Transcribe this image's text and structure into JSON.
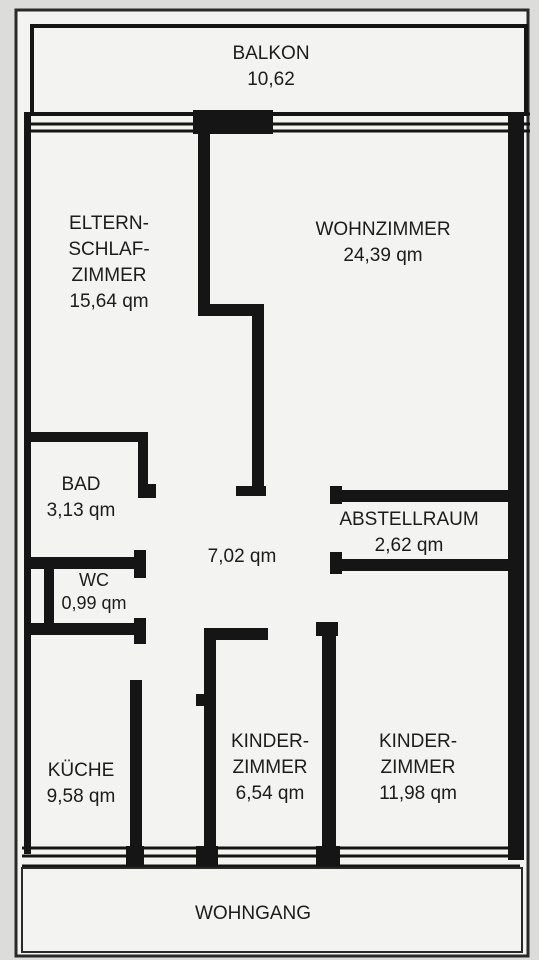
{
  "rooms": {
    "balkon": {
      "name": "BALKON",
      "area": "10,62"
    },
    "eltern": {
      "name": "ELTERN-\nSCHLAF-\nZIMMER",
      "area": "15,64 qm"
    },
    "wohnzimmer": {
      "name": "WOHNZIMMER",
      "area": "24,39 qm"
    },
    "bad": {
      "name": "BAD",
      "area": "3,13 qm"
    },
    "flur": {
      "area": "7,02 qm"
    },
    "abstellraum": {
      "name": "ABSTELLRAUM",
      "area": "2,62 qm"
    },
    "wc": {
      "name": "WC",
      "area": "0,99 qm"
    },
    "kueche": {
      "name": "KÜCHE",
      "area": "9,58 qm"
    },
    "kinder1": {
      "name": "KINDER-\nZIMMER",
      "area": "6,54 qm"
    },
    "kinder2": {
      "name": "KINDER-\nZIMMER",
      "area": "11,98 qm"
    },
    "wohngang": {
      "name": "WOHNGANG"
    }
  },
  "colors": {
    "wall": "#151515",
    "paper": "#f3f3f1",
    "background": "#dcdcda"
  }
}
